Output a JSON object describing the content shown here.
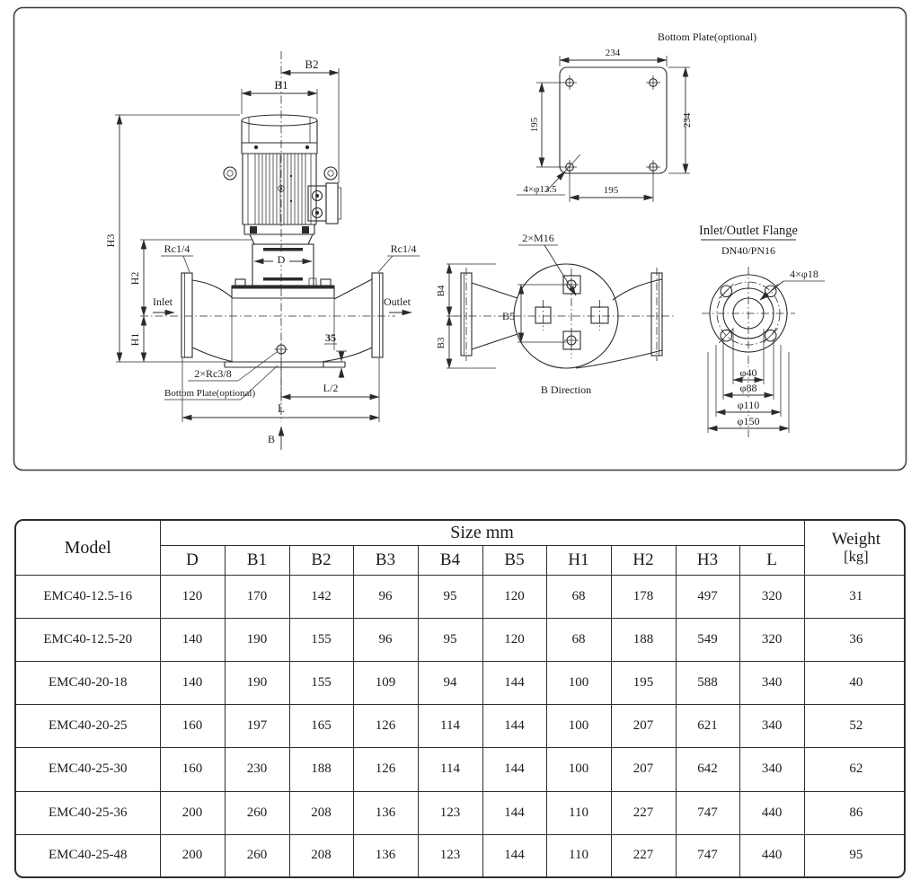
{
  "drawing": {
    "main_view": {
      "dim_b2": "B2",
      "dim_b1": "B1",
      "dim_h3": "H3",
      "dim_h2": "H2",
      "dim_h1": "H1",
      "dim_d": "D",
      "rc14_left": "Rc1/4",
      "rc14_right": "Rc1/4",
      "inlet": "Inlet",
      "outlet": "Outlet",
      "dim_35": "35",
      "drain": "2×Rc3/8",
      "bottom_plate_note": "Bottom Plate(optional)",
      "dim_l_half": "L/2",
      "dim_l": "L",
      "b_arrow": "B"
    },
    "bottom_plate_view": {
      "title": "Bottom Plate(optional)",
      "dim_top": "234",
      "dim_left": "195",
      "dim_right": "234",
      "dim_bottom": "195",
      "holes": "4×φ13.5"
    },
    "b_direction_view": {
      "bolts": "2×M16",
      "dim_b4": "B4",
      "dim_b5": "B5",
      "dim_b3": "B3",
      "caption": "B Direction"
    },
    "flange_view": {
      "title": "Inlet/Outlet Flange",
      "subtitle": "DN40/PN16",
      "holes": "4×φ18",
      "dim_d40": "φ40",
      "dim_d88": "φ88",
      "dim_d110": "φ110",
      "dim_d150": "φ150"
    }
  },
  "table": {
    "header": {
      "model": "Model",
      "size_group": "Size mm",
      "weight_line1": "Weight",
      "weight_line2": "[kg]",
      "size_cols": [
        "D",
        "B1",
        "B2",
        "B3",
        "B4",
        "B5",
        "H1",
        "H2",
        "H3",
        "L"
      ]
    },
    "rows": [
      {
        "model": "EMC40-12.5-16",
        "values": [
          "120",
          "170",
          "142",
          "96",
          "95",
          "120",
          "68",
          "178",
          "497",
          "320"
        ],
        "weight": "31"
      },
      {
        "model": "EMC40-12.5-20",
        "values": [
          "140",
          "190",
          "155",
          "96",
          "95",
          "120",
          "68",
          "188",
          "549",
          "320"
        ],
        "weight": "36"
      },
      {
        "model": "EMC40-20-18",
        "values": [
          "140",
          "190",
          "155",
          "109",
          "94",
          "144",
          "100",
          "195",
          "588",
          "340"
        ],
        "weight": "40"
      },
      {
        "model": "EMC40-20-25",
        "values": [
          "160",
          "197",
          "165",
          "126",
          "114",
          "144",
          "100",
          "207",
          "621",
          "340"
        ],
        "weight": "52"
      },
      {
        "model": "EMC40-25-30",
        "values": [
          "160",
          "230",
          "188",
          "126",
          "114",
          "144",
          "100",
          "207",
          "642",
          "340"
        ],
        "weight": "62"
      },
      {
        "model": "EMC40-25-36",
        "values": [
          "200",
          "260",
          "208",
          "136",
          "123",
          "144",
          "110",
          "227",
          "747",
          "440"
        ],
        "weight": "86"
      },
      {
        "model": "EMC40-25-48",
        "values": [
          "200",
          "260",
          "208",
          "136",
          "123",
          "144",
          "110",
          "227",
          "747",
          "440"
        ],
        "weight": "95"
      }
    ]
  }
}
